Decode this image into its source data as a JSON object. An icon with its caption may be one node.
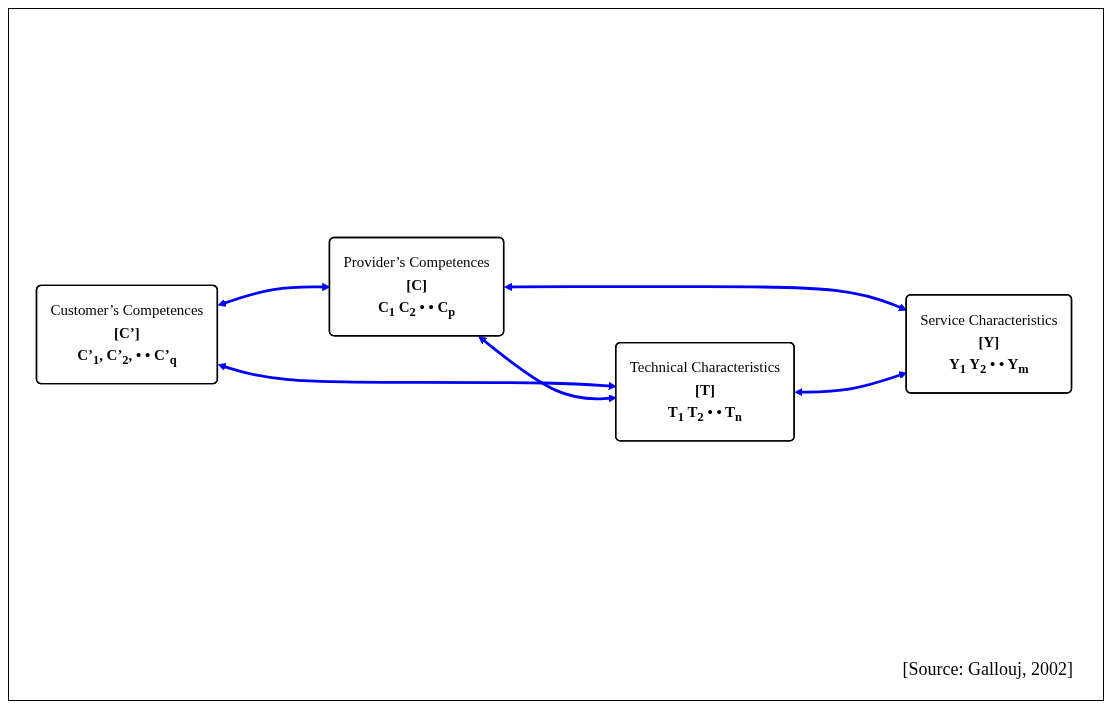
{
  "diagram": {
    "nodes": [
      {
        "text": [
          "Customer’s Competences",
          "[C’]",
          "C’$_{1}$, C’$_{2}$, • • C’$_{q}$"
        ]
      },
      {
        "text": [
          "Provider’s Competences",
          "[C]",
          "C$_{1}$ C$_{2}$ • • C$_{p}$"
        ]
      },
      {
        "text": [
          "Technical Characteristics",
          "[T]",
          "T$_{1}$ T$_{2}$ • • T$_{n}$"
        ]
      },
      {
        "text": [
          "Service Characteristics",
          "[Y]",
          "Y$_{1}$ Y$_{2}$ • • Y$_{m}$"
        ]
      }
    ],
    "edges": [
      {
        "from": 0,
        "to": 1,
        "arrow": "both"
      },
      {
        "from": 0,
        "to": 2,
        "arrow": "both"
      },
      {
        "from": 1,
        "to": 2,
        "arrow": "both"
      },
      {
        "from": 1,
        "to": 3,
        "arrow": "both"
      },
      {
        "from": 2,
        "to": 3,
        "arrow": "both"
      }
    ],
    "labels": [
      "[Source: Gallouj, 2002]"
    ]
  }
}
